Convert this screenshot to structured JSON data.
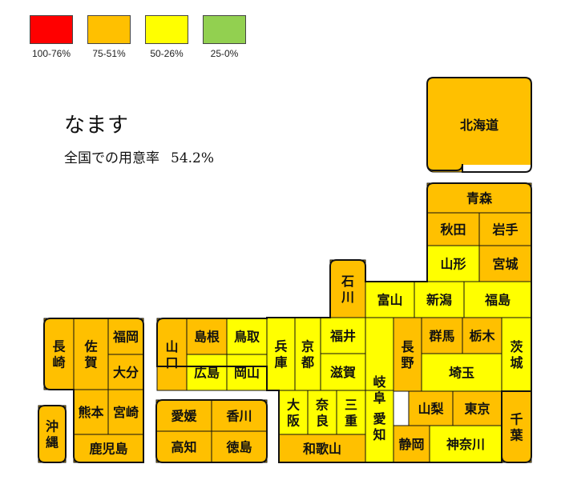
{
  "legend": [
    {
      "label": "100-76%",
      "color": "#ff0000"
    },
    {
      "label": "75-51%",
      "color": "#ffc000"
    },
    {
      "label": "50-26%",
      "color": "#ffff00"
    },
    {
      "label": "25-0%",
      "color": "#92d050"
    }
  ],
  "title": "なます",
  "national_rate_label": "全国での用意率",
  "national_rate_value": "54.2%",
  "prefectures": {
    "hokkaido": {
      "name": "北海道",
      "level": "75-51%",
      "color": "#ffc000"
    },
    "aomori": {
      "name": "青森",
      "level": "75-51%",
      "color": "#ffc000"
    },
    "akita": {
      "name": "秋田",
      "level": "75-51%",
      "color": "#ffc000"
    },
    "iwate": {
      "name": "岩手",
      "level": "75-51%",
      "color": "#ffc000"
    },
    "yamagata": {
      "name": "山形",
      "level": "50-26%",
      "color": "#ffff00"
    },
    "miyagi": {
      "name": "宮城",
      "level": "75-51%",
      "color": "#ffc000"
    },
    "ishikawa": {
      "name": "石川",
      "level": "75-51%",
      "color": "#ffc000"
    },
    "toyama": {
      "name": "富山",
      "level": "50-26%",
      "color": "#ffff00"
    },
    "niigata": {
      "name": "新潟",
      "level": "50-26%",
      "color": "#ffff00"
    },
    "fukushima": {
      "name": "福島",
      "level": "50-26%",
      "color": "#ffff00"
    },
    "fukui": {
      "name": "福井",
      "level": "50-26%",
      "color": "#ffff00"
    },
    "shiga": {
      "name": "滋賀",
      "level": "50-26%",
      "color": "#ffff00"
    },
    "gifu": {
      "name": "岐阜",
      "level": "50-26%",
      "color": "#ffff00"
    },
    "nagano": {
      "name": "長野",
      "level": "75-51%",
      "color": "#ffc000"
    },
    "gunma": {
      "name": "群馬",
      "level": "75-51%",
      "color": "#ffc000"
    },
    "tochigi": {
      "name": "栃木",
      "level": "75-51%",
      "color": "#ffc000"
    },
    "ibaraki": {
      "name": "茨城",
      "level": "50-26%",
      "color": "#ffff00"
    },
    "saitama": {
      "name": "埼玉",
      "level": "50-26%",
      "color": "#ffff00"
    },
    "yamanashi": {
      "name": "山梨",
      "level": "75-51%",
      "color": "#ffc000"
    },
    "tokyo": {
      "name": "東京",
      "level": "75-51%",
      "color": "#ffc000"
    },
    "chiba": {
      "name": "千葉",
      "level": "75-51%",
      "color": "#ffc000"
    },
    "aichi": {
      "name": "愛知",
      "level": "50-26%",
      "color": "#ffff00"
    },
    "shizuoka": {
      "name": "静岡",
      "level": "75-51%",
      "color": "#ffc000"
    },
    "kanagawa": {
      "name": "神奈川",
      "level": "50-26%",
      "color": "#ffff00"
    },
    "mie": {
      "name": "三重",
      "level": "50-26%",
      "color": "#ffff00"
    },
    "nara": {
      "name": "奈良",
      "level": "50-26%",
      "color": "#ffff00"
    },
    "osaka": {
      "name": "大阪",
      "level": "50-26%",
      "color": "#ffff00"
    },
    "wakayama": {
      "name": "和歌山",
      "level": "75-51%",
      "color": "#ffc000"
    },
    "kyoto": {
      "name": "京都",
      "level": "50-26%",
      "color": "#ffff00"
    },
    "hyogo": {
      "name": "兵庫",
      "level": "50-26%",
      "color": "#ffff00"
    },
    "tottori": {
      "name": "鳥取",
      "level": "50-26%",
      "color": "#ffff00"
    },
    "okayama": {
      "name": "岡山",
      "level": "50-26%",
      "color": "#ffff00"
    },
    "shimane": {
      "name": "島根",
      "level": "75-51%",
      "color": "#ffc000"
    },
    "hiroshima": {
      "name": "広島",
      "level": "50-26%",
      "color": "#ffff00"
    },
    "yamaguchi": {
      "name": "山口",
      "level": "75-51%",
      "color": "#ffc000"
    },
    "kagawa": {
      "name": "香川",
      "level": "75-51%",
      "color": "#ffc000"
    },
    "ehime": {
      "name": "愛媛",
      "level": "75-51%",
      "color": "#ffc000"
    },
    "kochi": {
      "name": "高知",
      "level": "75-51%",
      "color": "#ffc000"
    },
    "tokushima": {
      "name": "徳島",
      "level": "75-51%",
      "color": "#ffc000"
    },
    "fukuoka": {
      "name": "福岡",
      "level": "75-51%",
      "color": "#ffc000"
    },
    "saga": {
      "name": "佐賀",
      "level": "75-51%",
      "color": "#ffc000"
    },
    "nagasaki": {
      "name": "長崎",
      "level": "75-51%",
      "color": "#ffc000"
    },
    "oita": {
      "name": "大分",
      "level": "75-51%",
      "color": "#ffc000"
    },
    "kumamoto": {
      "name": "熊本",
      "level": "75-51%",
      "color": "#ffc000"
    },
    "miyazaki": {
      "name": "宮崎",
      "level": "75-51%",
      "color": "#ffc000"
    },
    "kagoshima": {
      "name": "鹿児島",
      "level": "75-51%",
      "color": "#ffc000"
    },
    "okinawa": {
      "name": "沖縄",
      "level": "75-51%",
      "color": "#ffc000"
    }
  }
}
